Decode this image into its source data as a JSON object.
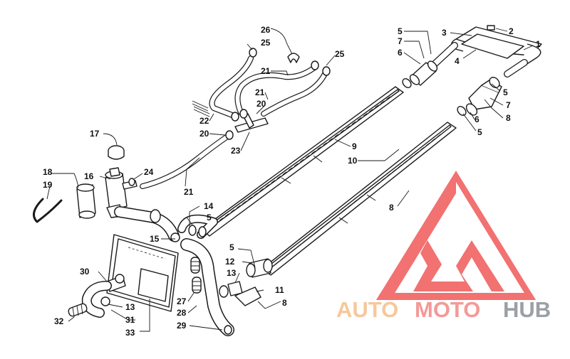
{
  "diagram": {
    "callouts": {
      "c1": "1",
      "c2": "2",
      "c3": "3",
      "c4": "4",
      "c5a": "5",
      "c5b": "5",
      "c5c": "5",
      "c5d": "5",
      "c5e": "5",
      "c6a": "6",
      "c6b": "6",
      "c7a": "7",
      "c7b": "7",
      "c8a": "8",
      "c8b": "8",
      "c8c": "8",
      "c9": "9",
      "c10": "10",
      "c11": "11",
      "c12": "12",
      "c13a": "13",
      "c13b": "13",
      "c14": "14",
      "c15": "15",
      "c16": "16",
      "c17": "17",
      "c18": "18",
      "c19": "19",
      "c20a": "20",
      "c20b": "20",
      "c21a": "21",
      "c21b": "21",
      "c21c": "21",
      "c22": "22",
      "c23": "23",
      "c24": "24",
      "c25a": "25",
      "c25b": "25",
      "c26": "26",
      "c27": "27",
      "c28": "28",
      "c29": "29",
      "c30": "30",
      "c31": "31",
      "c32": "32",
      "c33": "33"
    }
  },
  "watermark": {
    "auto": "AUTO",
    "moto": "MOTO",
    "hub": "HUB",
    "colors": {
      "auto": "#f6c89c",
      "moto": "#f39a98",
      "hub": "#9aa0a4",
      "logo": "#f26a6a"
    }
  }
}
